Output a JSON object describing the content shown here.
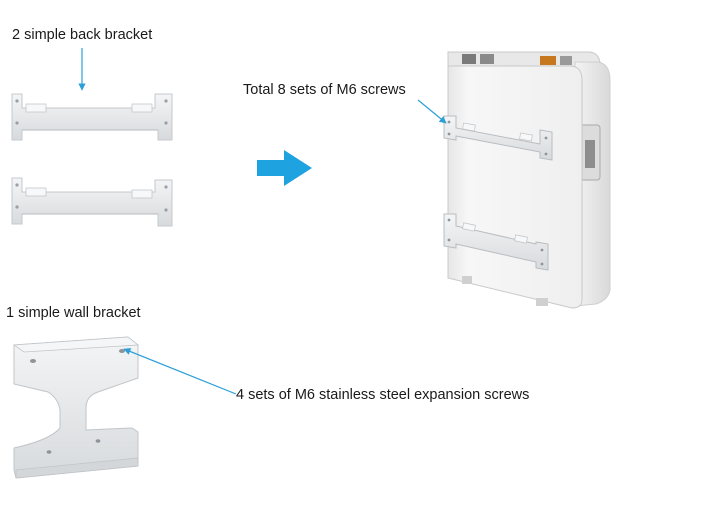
{
  "labels": {
    "back_bracket": "2 simple back bracket",
    "wall_bracket": "1 simple wall bracket",
    "m6_screws": "Total 8 sets of M6 screws",
    "expansion_screws": "4 sets of M6 stainless steel expansion screws"
  },
  "colors": {
    "callout": "#2b9fd8",
    "arrow": "#1fa3e0",
    "metal": "#e9ebed",
    "metal_shadow": "#c9cdd1",
    "housing": "#f2f2f2",
    "outline": "#b9bdc1"
  },
  "icons": {
    "flow_arrow": "right-arrow-icon"
  }
}
